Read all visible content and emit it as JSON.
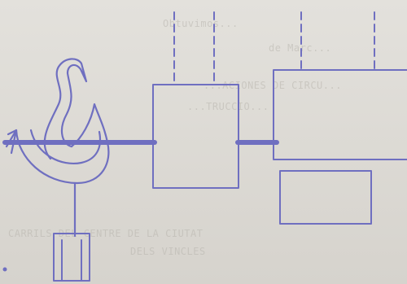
{
  "colors": {
    "paper": "#d9d7d3",
    "ink": "#6f6fc0",
    "ink_dark": "#5b5bb0",
    "bleed_text": "#b9b6af"
  },
  "bleed_through_text": {
    "line_1": "Obtuvimos...",
    "line_2": "de Marc...",
    "line_3": "...ACIONES DE CIRCU...",
    "line_4": "...TRUCCIO...",
    "line_5": "CARRILS DEL CENTRE DE LA CIUTAT",
    "line_6": "DELS VINCLES"
  },
  "icons": {
    "swan": "swan-figure-icon",
    "pedestal": "pedestal-icon"
  }
}
